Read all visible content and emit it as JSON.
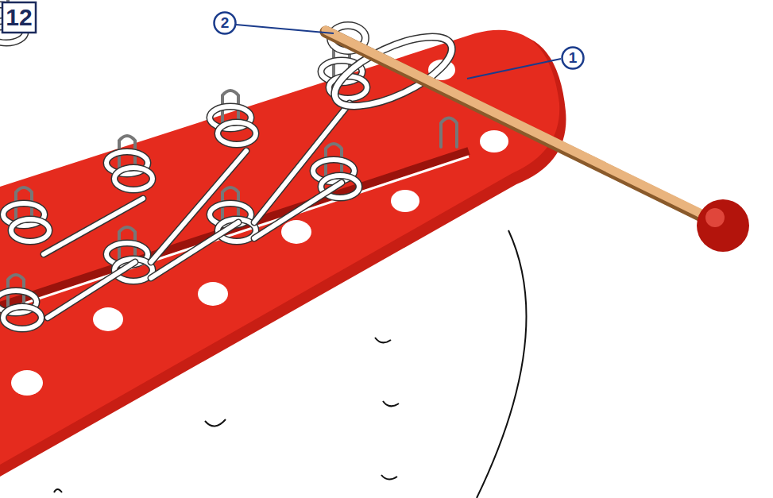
{
  "diagram": {
    "nodes": [
      {
        "text": [
          "12"
        ]
      },
      {
        "text": [
          "2"
        ]
      },
      {
        "text": [
          "1"
        ]
      }
    ]
  }
}
